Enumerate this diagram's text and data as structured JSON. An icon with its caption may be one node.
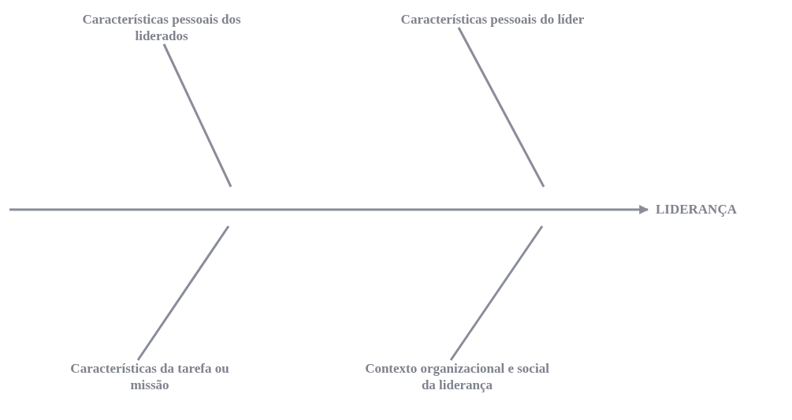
{
  "diagram": {
    "nodes": [
      {
        "text": [
          "Características pessoais dos liderados"
        ]
      },
      {
        "text": [
          "Características pessoais do líder"
        ]
      },
      {
        "text": [
          "Características da tarefa ou missão"
        ]
      },
      {
        "text": [
          "Contexto organizacional e social da liderança"
        ]
      },
      {
        "text": [
          "LIDERANÇA"
        ]
      }
    ],
    "edges": [
      {
        "from": 0,
        "to": null,
        "arrow": "none"
      },
      {
        "from": 1,
        "to": null,
        "arrow": "none"
      },
      {
        "from": 2,
        "to": null,
        "arrow": "none"
      },
      {
        "from": 3,
        "to": null,
        "arrow": "none"
      },
      {
        "from": null,
        "to": 4,
        "arrow": "to"
      }
    ]
  }
}
